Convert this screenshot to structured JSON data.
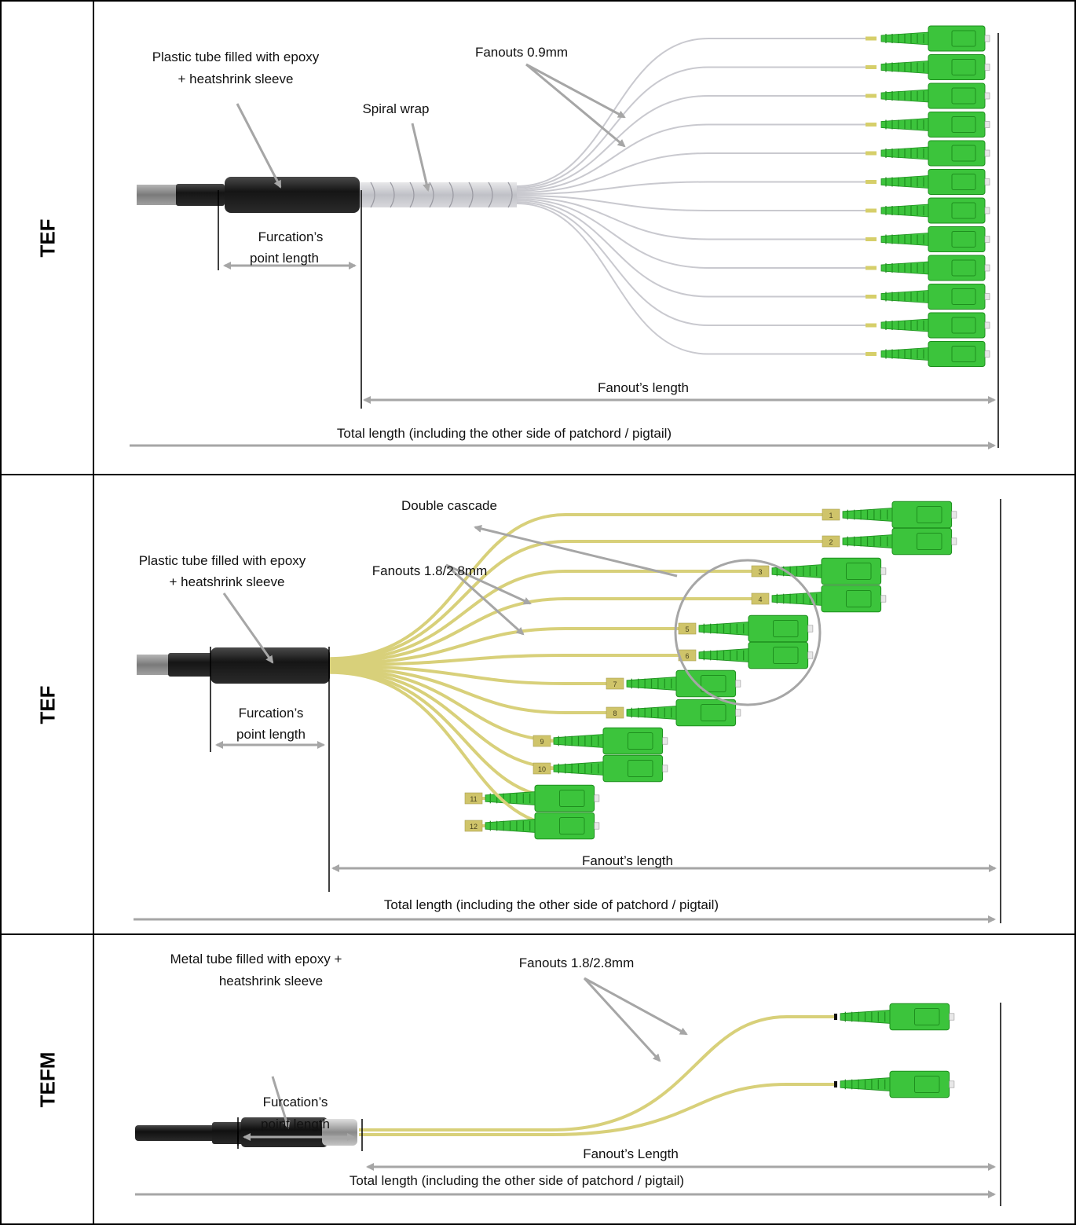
{
  "rows": [
    {
      "label": "TEF",
      "callouts": {
        "tube": [
          "Plastic tube filled with epoxy",
          "+ heatshrink sleeve"
        ],
        "spiral": "Spiral wrap",
        "fanouts": "Fanouts 0.9mm"
      },
      "dims": {
        "furcation": [
          "Furcation’s",
          "point length"
        ],
        "fanout": "Fanout’s length",
        "total": "Total length (including the other side of patchord / pigtail)"
      }
    },
    {
      "label": "TEF",
      "callouts": {
        "cascade": "Double cascade",
        "tube": [
          "Plastic tube filled with epoxy",
          "+ heatshrink sleeve"
        ],
        "fanouts": "Fanouts 1.8/2.8mm"
      },
      "dims": {
        "furcation": [
          "Furcation’s",
          "point length"
        ],
        "fanout": "Fanout’s length",
        "total": "Total length (including the other side of patchord / pigtail)"
      },
      "fiber_numbers": [
        "1",
        "2",
        "3",
        "4",
        "5",
        "6",
        "7",
        "8",
        "9",
        "10",
        "11",
        "12"
      ]
    },
    {
      "label": "TEFM",
      "callouts": {
        "tube": [
          "Metal tube filled with epoxy +",
          "heatshrink sleeve"
        ],
        "fanouts": "Fanouts 1.8/2.8mm"
      },
      "dims": {
        "furcation": [
          "Furcation’s",
          "point length"
        ],
        "fanout": "Fanout’s Length",
        "total": "Total length (including the other side of patchord / pigtail)"
      }
    }
  ],
  "colors": {
    "connector": "#3cc43c",
    "connector_dark": "#1e8f1e",
    "fiber_white": "#c9c9cf",
    "fiber_yellow": "#d8d07a",
    "arrow": "#a6a6a6",
    "tube": "#1c1c1c",
    "cable": "#8e8e8e"
  }
}
